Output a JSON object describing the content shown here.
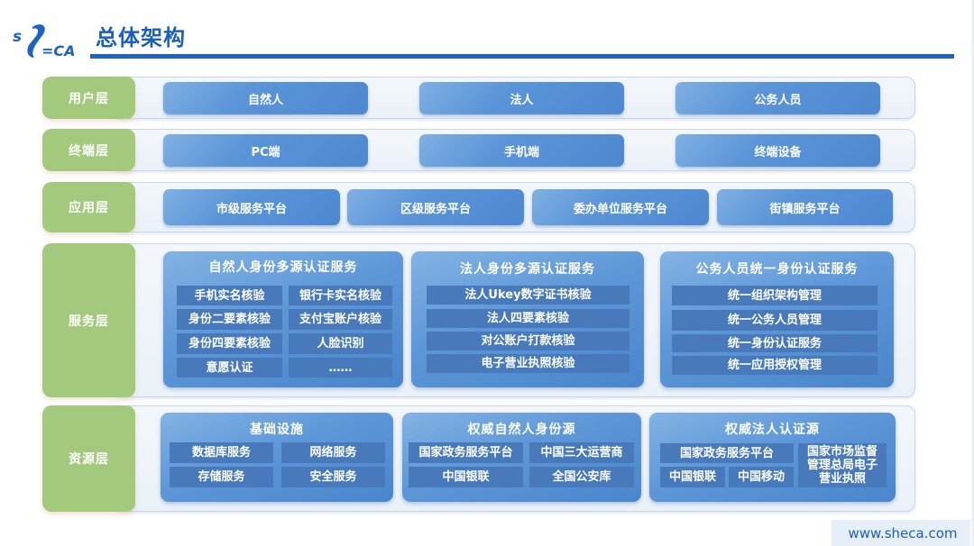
{
  "header": {
    "logo_text": "SHECA",
    "title": "总体架构"
  },
  "layers": {
    "user": {
      "label": "用户层",
      "items": [
        "自然人",
        "法人",
        "公务人员"
      ]
    },
    "terminal": {
      "label": "终端层",
      "items": [
        "PC端",
        "手机端",
        "终端设备"
      ]
    },
    "application": {
      "label": "应用层",
      "items": [
        "市级服务平台",
        "区级服务平台",
        "委办单位服务平台",
        "街镇服务平台"
      ]
    },
    "service": {
      "label": "服务层",
      "groups": [
        {
          "title": "自然人身份多源认证服务",
          "cells": [
            "手机实名核验",
            "银行卡实名核验",
            "身份二要素核验",
            "支付宝账户核验",
            "身份四要素核验",
            "人脸识别",
            "意愿认证",
            "……"
          ]
        },
        {
          "title": "法人身份多源认证服务",
          "cells": [
            "法人Ukey数字证书核验",
            "法人四要素核验",
            "对公账户打款核验",
            "电子营业执照核验"
          ]
        },
        {
          "title": "公务人员统一身份认证服务",
          "cells": [
            "统一组织架构管理",
            "统一公务人员管理",
            "统一身份认证服务",
            "统一应用授权管理"
          ]
        }
      ]
    },
    "resource": {
      "label": "资源层",
      "groups": [
        {
          "title": "基础设施",
          "cells": [
            "数据库服务",
            "网络服务",
            "存储服务",
            "安全服务"
          ]
        },
        {
          "title": "权威自然人身份源",
          "cells": [
            "国家政务服务平台",
            "中国三大运营商",
            "中国银联",
            "全国公安库"
          ]
        },
        {
          "title": "权威法人认证源",
          "cells": [
            "国家政务服务平台",
            "中国银联",
            "中国移动",
            "国家市场监督管理总局电子营业执照"
          ]
        }
      ]
    }
  },
  "footer": {
    "url": "www.sheca.com"
  },
  "colors": {
    "brand_blue": "#1f63c2",
    "layer_label_green": "#a2c97c",
    "pill_blue": "#5b95d8",
    "cell_blue": "#4779bb"
  }
}
